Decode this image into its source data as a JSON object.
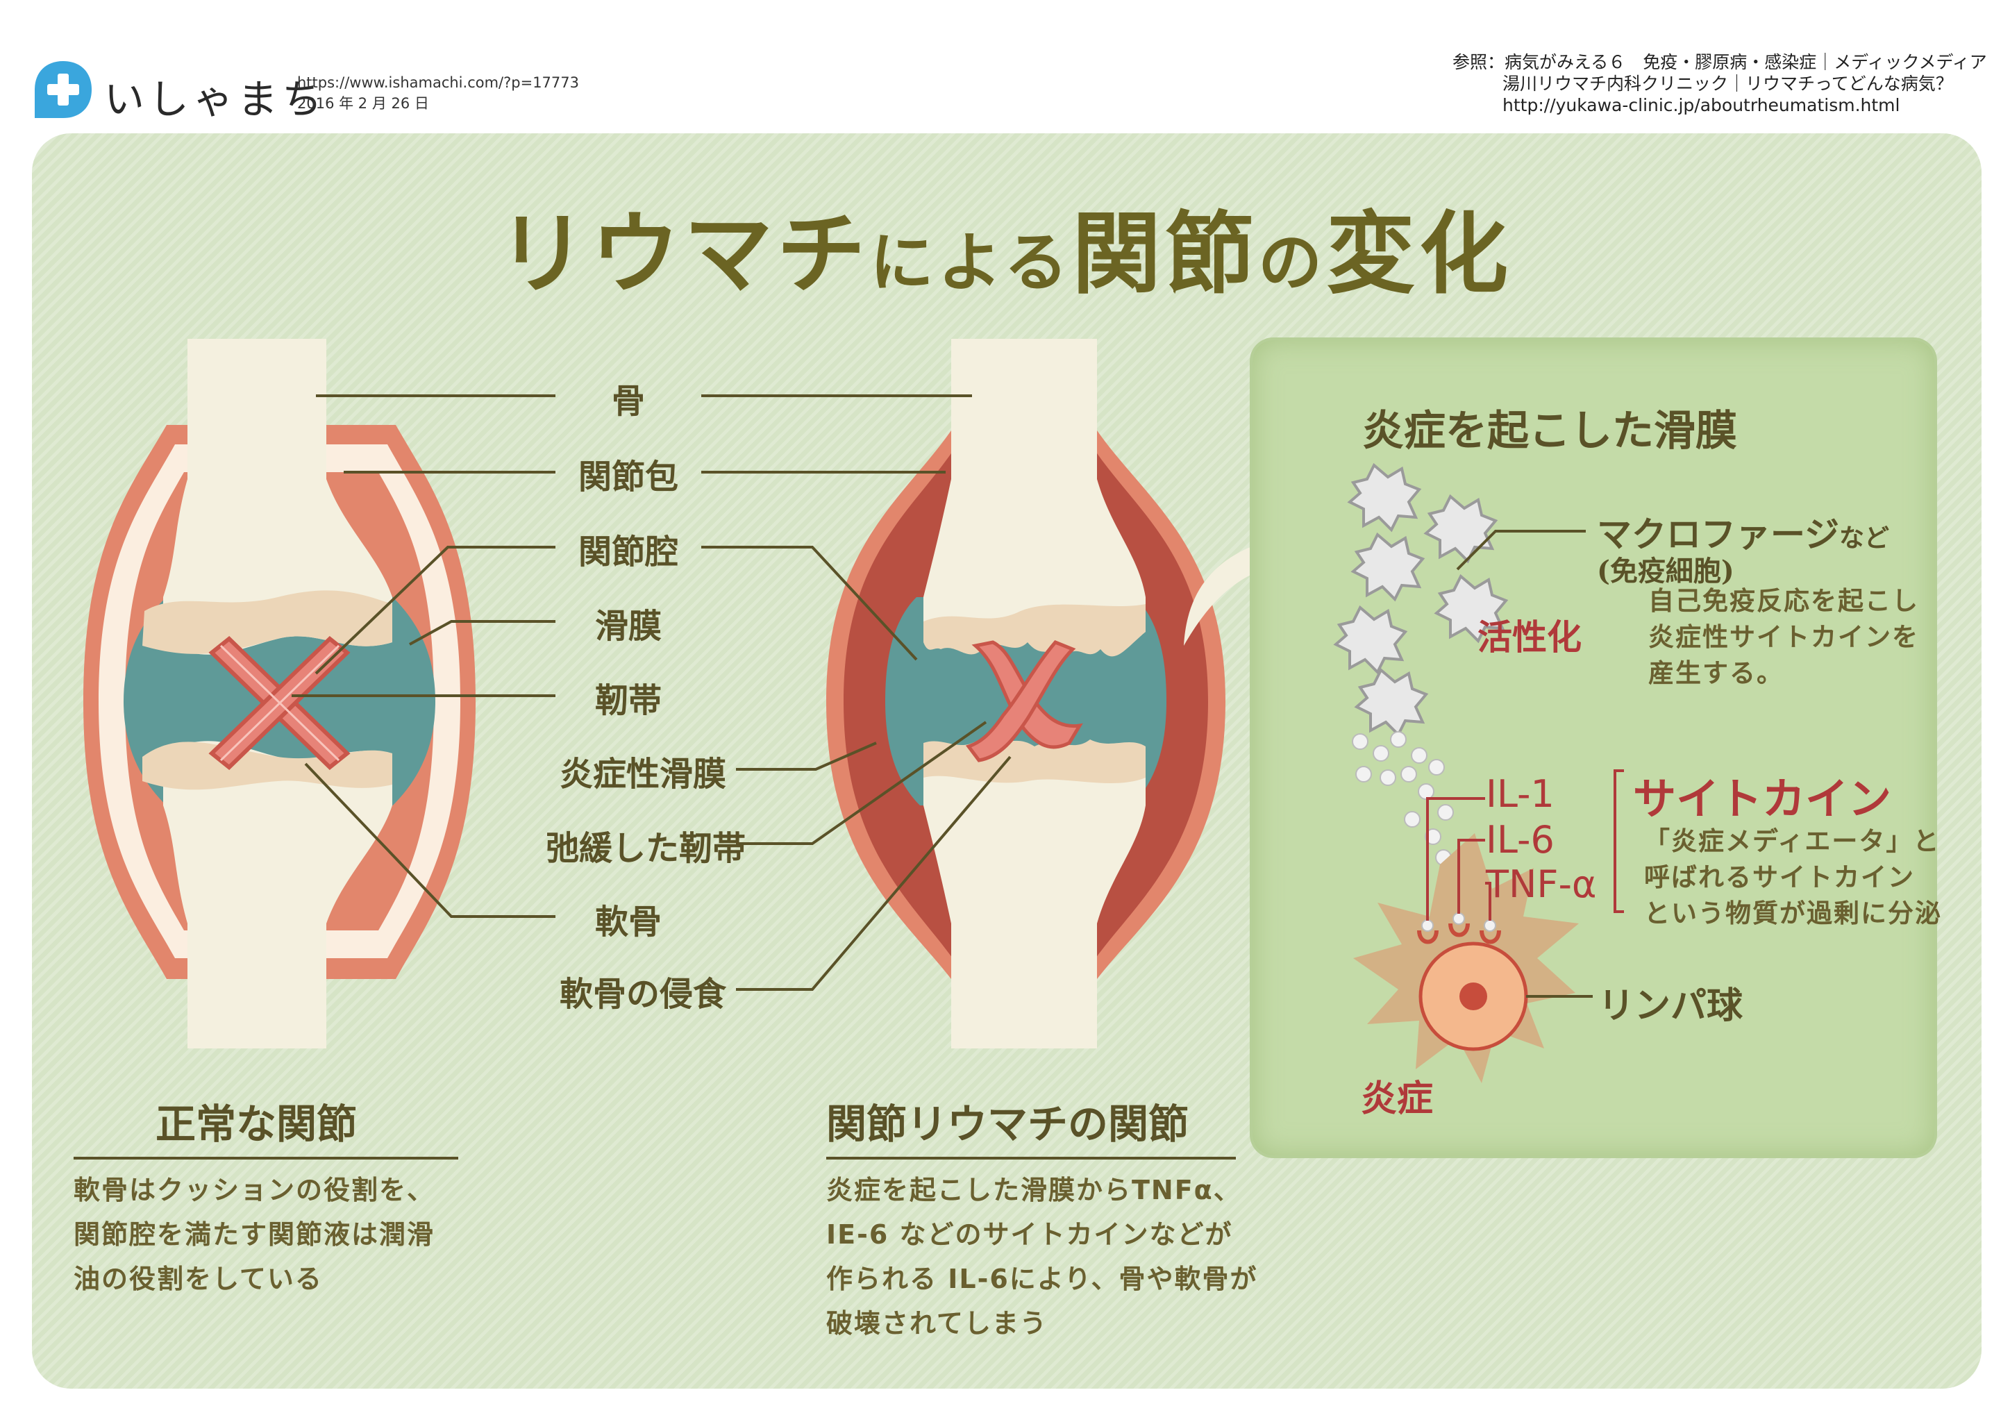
{
  "header": {
    "logo_text": "いしゃまち",
    "url": "https://www.ishamachi.com/?p=17773",
    "date": "2016 年 2 月 26 日",
    "references": [
      "参照：病気がみえる６　免疫・膠原病・感染症｜メディックメディア",
      "湯川リウマチ内科クリニック｜リウマチってどんな病気？",
      "http://yukawa-clinic.jp/aboutrheumatism.html"
    ]
  },
  "title": {
    "big1": "リウマチ",
    "small1": "による",
    "big2": "関節",
    "small2": "の",
    "big3": "変化"
  },
  "labels": {
    "bone": "骨",
    "capsule": "関節包",
    "cavity": "関節腔",
    "synovium": "滑膜",
    "ligament": "靭帯",
    "inflamed_synovium": "炎症性滑膜",
    "loose_ligament": "弛緩した靭帯",
    "cartilage": "軟骨",
    "erosion": "軟骨の侵食"
  },
  "normal": {
    "heading": "正常な関節",
    "lines": [
      "軟骨はクッションの役割を、",
      "関節腔を満たす関節液は潤滑",
      "油の役割をしている"
    ]
  },
  "ra": {
    "heading": "関節リウマチの関節",
    "lines": [
      "炎症を起こした滑膜からTNFα、",
      "IE-6 などのサイトカインなどが",
      "作られる IL-6により、骨や軟骨が",
      "破壊されてしまう"
    ]
  },
  "inset": {
    "title": "炎症を起こした滑膜",
    "macrophage": "マクロファージ",
    "nado": "など",
    "immune": "(免疫細胞)",
    "activated": "活性化",
    "macro_desc": [
      "自己免疫反応を起こし",
      "炎症性サイトカインを",
      "産生する。"
    ],
    "cytokines": [
      "IL-1",
      "IL-6",
      "TNF-α"
    ],
    "cytokine_title": "サイトカイン",
    "cytokine_desc": [
      "「炎症メディエータ」と",
      "呼ばれるサイトカイン",
      "という物質が過剰に分泌"
    ],
    "lymph": "リンパ球",
    "inflammation": "炎症"
  },
  "colors": {
    "panel_bg": "#d6e4c6",
    "title": "#6b6423",
    "text": "#5a5228",
    "accent_red": "#b0393a",
    "bone": "#f4f0df",
    "cartilage": "#ecd6b8",
    "cavity": "#5f9a98",
    "capsule": "#e2866c",
    "inflamed": "#b85042",
    "logo_blue": "#3aa6dd"
  },
  "icons": [
    "plus-icon",
    "arrow-icon"
  ]
}
